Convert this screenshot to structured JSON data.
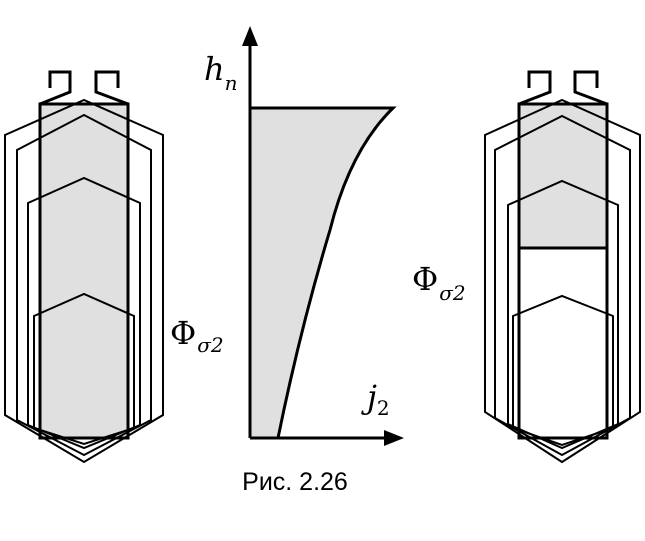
{
  "figure": {
    "caption": "Рис. 2.26",
    "axis_y_label": {
      "main": "h",
      "sub": "n"
    },
    "axis_x_label": {
      "main": "j",
      "sub": "2"
    },
    "flux_left": {
      "main": "Φ",
      "sub": "σ2"
    },
    "flux_right": {
      "main": "Φ",
      "sub": "σ2"
    }
  },
  "colors": {
    "stroke": "#000000",
    "fill": "#e0e0e0",
    "background": "#ffffff"
  }
}
